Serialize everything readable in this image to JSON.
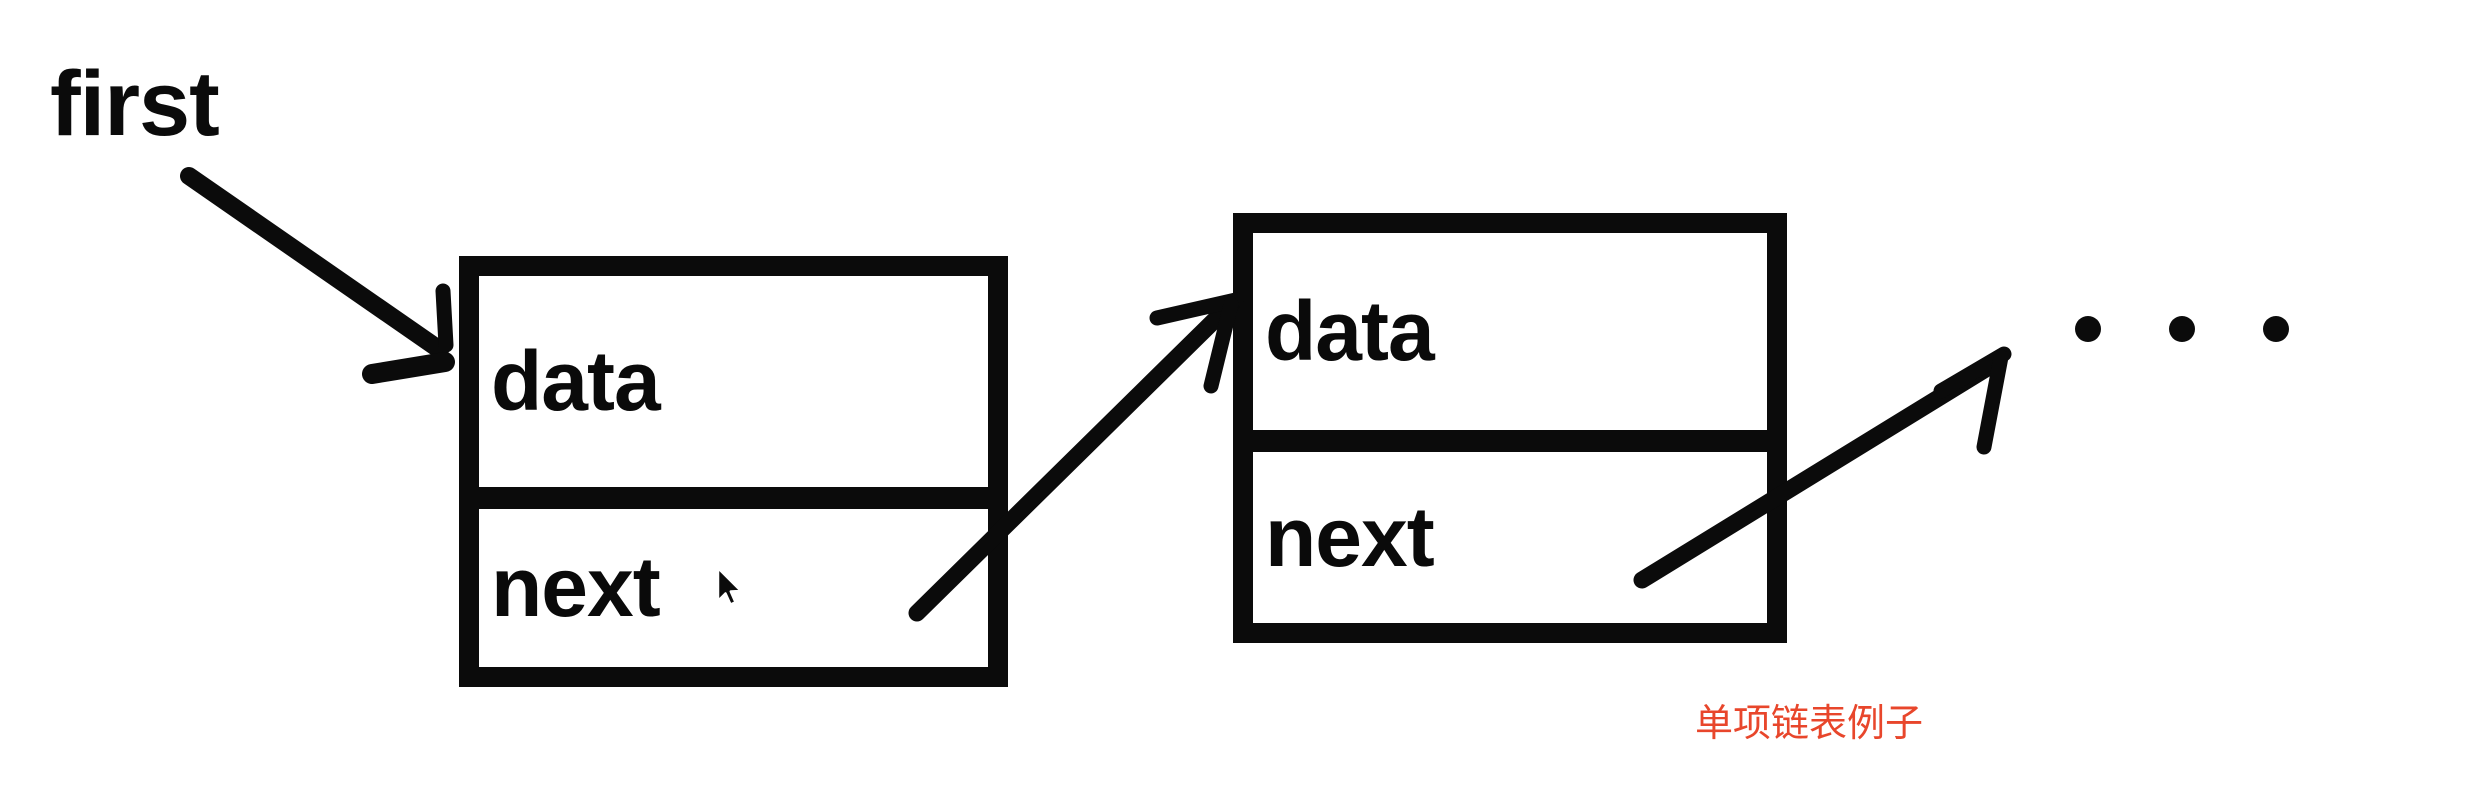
{
  "app": {
    "background_color": "#ffffff",
    "ink_color": "#0b0b0b"
  },
  "diagram": {
    "head_pointer_label": "first",
    "nodes": [
      {
        "name": "node-1",
        "fields": [
          {
            "label": "data"
          },
          {
            "label": "next"
          }
        ]
      },
      {
        "name": "node-2",
        "fields": [
          {
            "label": "data"
          },
          {
            "label": "next"
          }
        ]
      }
    ],
    "arrows": [
      {
        "name": "first-to-node1-data"
      },
      {
        "name": "node1-next-to-node2-data"
      },
      {
        "name": "node2-next-to-ellipsis"
      }
    ],
    "ellipsis": {
      "count": 3
    },
    "caption": {
      "text": "单项链表例子",
      "color": "#e8462b"
    },
    "cursor": {
      "type": "arrow-pointer"
    }
  }
}
